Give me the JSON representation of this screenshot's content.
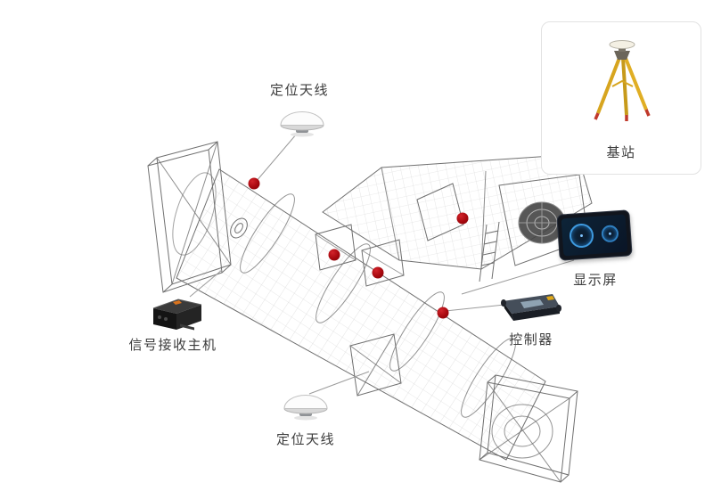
{
  "diagram": {
    "type": "annotated-hardware-diagram",
    "labels": {
      "antenna_top": "定位天线",
      "antenna_bottom": "定位天线",
      "base_station": "基站",
      "display": "显示屏",
      "controller": "控制器",
      "receiver": "信号接收主机"
    },
    "colors": {
      "marker": "#a6080e",
      "connector": "#9b9b9b",
      "wireframe": "#707070",
      "label_text": "#3c3c3c",
      "card_border": "#e2e2e2",
      "tripod_yellow": "#d7a51f",
      "tripod_feet_red": "#c0392b",
      "display_gauge_blue": "#3e9adf"
    }
  }
}
